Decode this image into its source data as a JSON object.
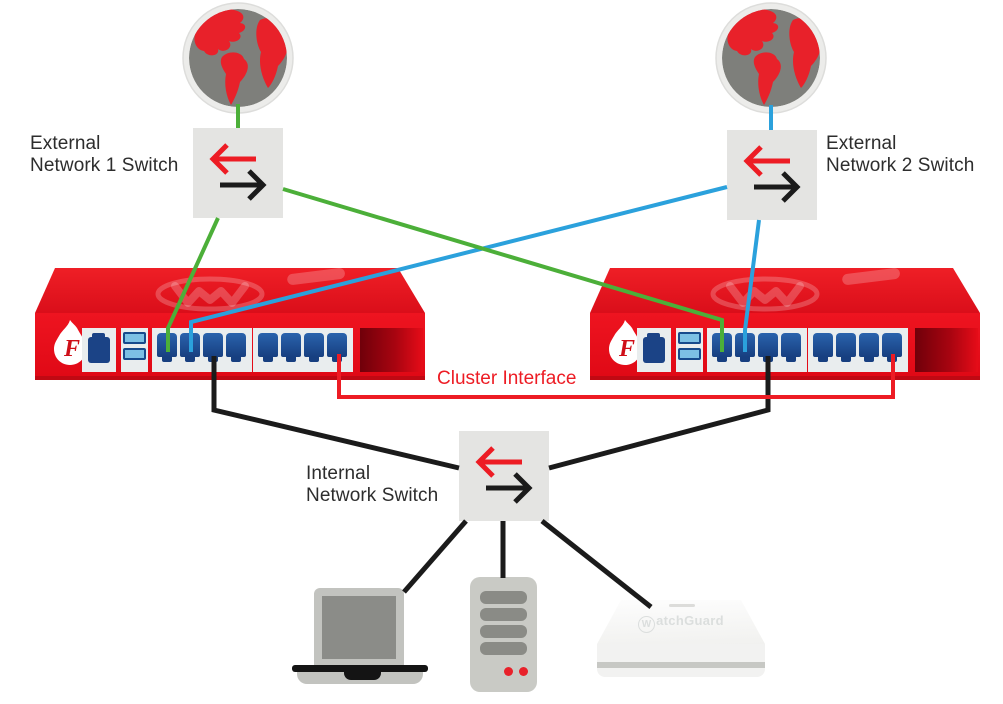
{
  "labels": {
    "external_switch_1": {
      "line1": "External",
      "line2": "Network 1 Switch"
    },
    "external_switch_2": {
      "line1": "External",
      "line2": "Network 2 Switch"
    },
    "internal_switch": {
      "line1": "Internal",
      "line2": "Network Switch"
    },
    "cluster_interface": "Cluster Interface"
  },
  "logos": {
    "firebox_flame_letter": "F",
    "ap_logo_w": "W",
    "ap_logo_rest": "atchGuard"
  },
  "colors": {
    "line_green": "#4caf39",
    "line_blue": "#2ba1dc",
    "line_red": "#ed1c24",
    "line_black": "#1b1b1b",
    "firebox_red": "#e60c18",
    "switch_gray": "#e4e4e2",
    "port_blue": "#1d4f92",
    "globe_gray": "#7e7f7b",
    "continent_red": "#e8212a",
    "label_text": "#2d2d2d"
  },
  "nodes": [
    {
      "id": "internet-1",
      "type": "internet-globe"
    },
    {
      "id": "internet-2",
      "type": "internet-globe"
    },
    {
      "id": "external-switch-1",
      "type": "switch"
    },
    {
      "id": "external-switch-2",
      "type": "switch"
    },
    {
      "id": "firebox-a",
      "type": "firewall-appliance"
    },
    {
      "id": "firebox-b",
      "type": "firewall-appliance"
    },
    {
      "id": "internal-switch",
      "type": "switch"
    },
    {
      "id": "laptop",
      "type": "client"
    },
    {
      "id": "server",
      "type": "server"
    },
    {
      "id": "access-point",
      "type": "watchguard-ap"
    }
  ],
  "connections": [
    {
      "from": "internet-1",
      "to": "external-switch-1",
      "color": "green"
    },
    {
      "from": "external-switch-1",
      "to": "firebox-a-port-1",
      "color": "green"
    },
    {
      "from": "external-switch-1",
      "to": "firebox-b-port-1",
      "color": "green"
    },
    {
      "from": "internet-2",
      "to": "external-switch-2",
      "color": "blue"
    },
    {
      "from": "external-switch-2",
      "to": "firebox-a-port-2",
      "color": "blue"
    },
    {
      "from": "external-switch-2",
      "to": "firebox-b-port-2",
      "color": "blue"
    },
    {
      "from": "firebox-a-port-3",
      "to": "internal-switch",
      "color": "black"
    },
    {
      "from": "firebox-b-port-3",
      "to": "internal-switch",
      "color": "black"
    },
    {
      "from": "firebox-a-port-8",
      "to": "firebox-b-port-8",
      "color": "red",
      "label": "Cluster Interface"
    },
    {
      "from": "internal-switch",
      "to": "laptop",
      "color": "black"
    },
    {
      "from": "internal-switch",
      "to": "server",
      "color": "black"
    },
    {
      "from": "internal-switch",
      "to": "access-point",
      "color": "black"
    }
  ]
}
